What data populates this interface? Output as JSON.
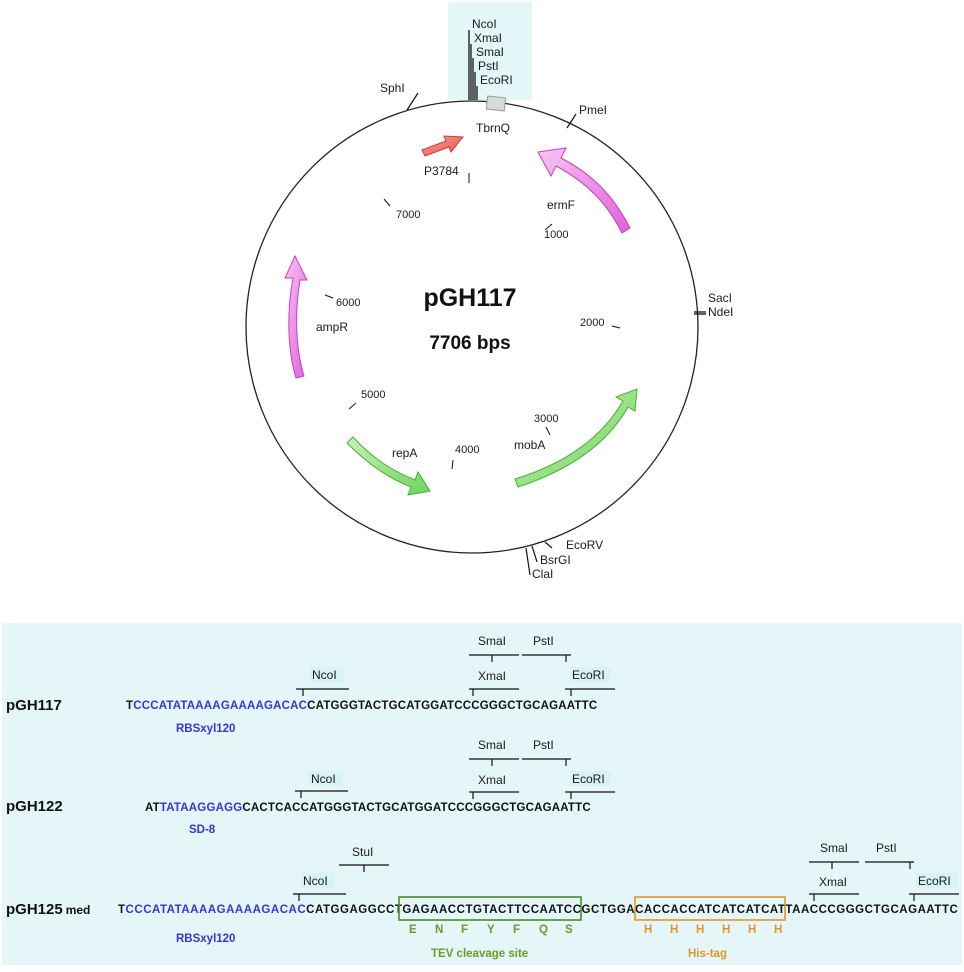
{
  "plasmid": {
    "name": "pGH117",
    "size": "7706 bps",
    "sites_top": [
      "NcoI",
      "XmaI",
      "SmaI",
      "PstI",
      "EcoRI"
    ],
    "sites": {
      "sphI": "SphI",
      "pmeI": "PmeI",
      "sacI": "SacI",
      "ndeI": "NdeI",
      "ecoRV": "EcoRV",
      "bsrGI": "BsrGI",
      "claI": "ClaI"
    },
    "features": {
      "tbrnQ": "TbrnQ",
      "p3784": "P3784",
      "ermF": "ermF",
      "ampR": "ampR",
      "repA": "repA",
      "mobA": "mobA"
    },
    "ticks": [
      "1000",
      "2000",
      "3000",
      "4000",
      "5000",
      "6000",
      "7000"
    ]
  },
  "constructs": [
    {
      "name": "pGH117",
      "seq_prefix": "T",
      "seq_blue": "CCCATATAAAAGAAAAGACAC",
      "seq_rest": "CATGGGTACTGCATGGATCCCGGGCTGCAGAATTC",
      "blue_label": "RBSxyl120",
      "sites": {
        "ncoI": "NcoI",
        "smaI": "SmaI",
        "xmaI": "XmaI",
        "pstI": "PstI",
        "ecoRI": "EcoRI"
      }
    },
    {
      "name": "pGH122",
      "seq_prefix": "AT",
      "seq_blue": "TATAAGGAGG",
      "seq_rest": "CACTCACCATGGGTACTGCATGGATCCCGGGCTGCAGAATTC",
      "blue_label": "SD-8",
      "sites": {
        "ncoI": "NcoI",
        "smaI": "SmaI",
        "xmaI": "XmaI",
        "pstI": "PstI",
        "ecoRI": "EcoRI"
      }
    },
    {
      "name": "pGH125",
      "name_suffix": "med",
      "seq_prefix": "T",
      "seq_blue": "CCCATATAAAAGAAAAGACAC",
      "seq_a": "CATGGAGGCCT",
      "seq_tev": "GAGAACCTGTACTTCCAATCC",
      "seq_b": "GCTGGA",
      "seq_his": "CACCACCATCATCATCAT",
      "seq_c": "TAACCCGGGCTGCAGAATTC",
      "blue_label": "RBSxyl120",
      "tev_aa": [
        "E",
        "N",
        "F",
        "Y",
        "F",
        "Q",
        "S"
      ],
      "his_aa": [
        "H",
        "H",
        "H",
        "H",
        "H",
        "H"
      ],
      "tev_label": "TEV cleavage site",
      "his_label": "His-tag",
      "sites": {
        "stuI": "StuI",
        "ncoI": "NcoI",
        "smaI": "SmaI",
        "xmaI": "XmaI",
        "pstI": "PstI",
        "ecoRI": "EcoRI"
      }
    }
  ]
}
